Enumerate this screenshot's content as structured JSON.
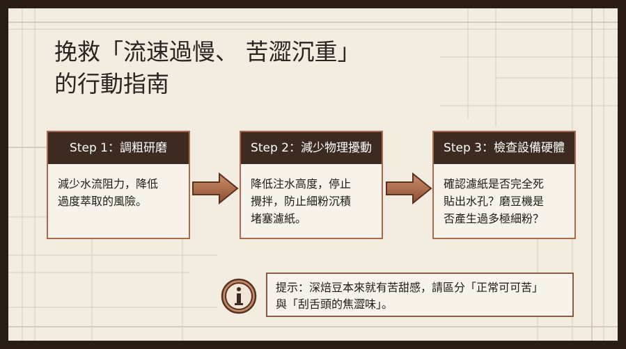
{
  "title": {
    "line1": "挽救「流速過慢、 苦澀沉重」",
    "line2": "的行動指南"
  },
  "steps": [
    {
      "heading": "Step 1：調粗研磨",
      "body": "減少水流阻力，降低\n過度萃取的風險。"
    },
    {
      "heading": "Step 2：減少物理擾動",
      "body": "降低注水高度，停止\n攪拌，防止細粉沉積\n堵塞濾紙。"
    },
    {
      "heading": "Step 3：檢查設備硬體",
      "body": "確認濾紙是否完全死\n貼出水孔？磨豆機是\n否產生過多極細粉？"
    }
  ],
  "tip": {
    "icon": "info-icon",
    "line1": "提示：深焙豆本來就有苦甜感，請區分「正常可可苦」",
    "line2": "與「刮舌頭的焦澀味」。"
  },
  "colors": {
    "frame": "#2a1d15",
    "background": "#f3ece1",
    "header": "#3d2b22",
    "accent": "#a86a4b"
  }
}
